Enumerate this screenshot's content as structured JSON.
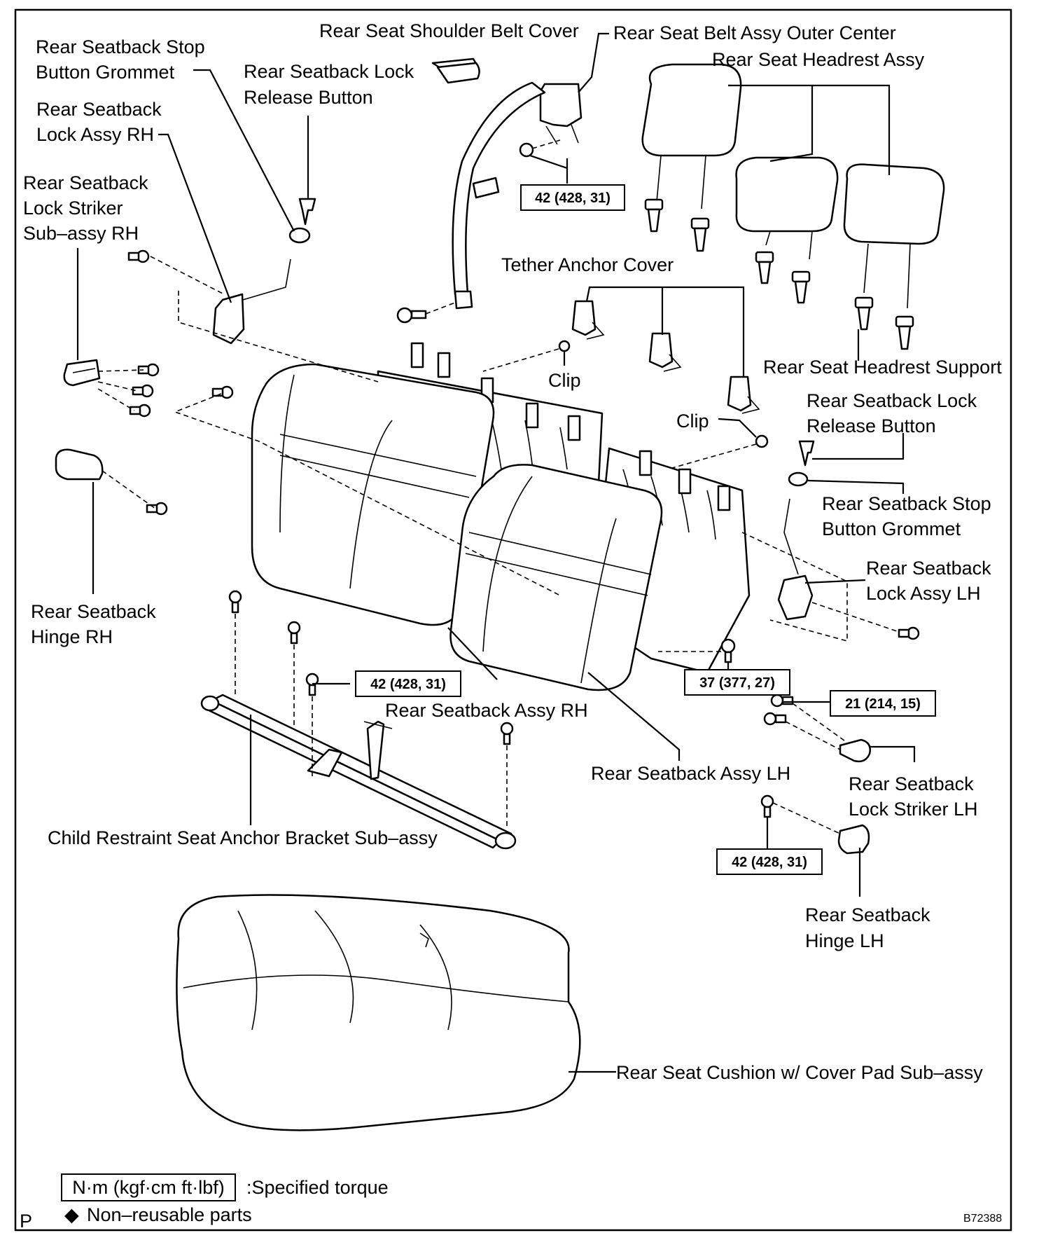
{
  "labels": {
    "shoulder_belt_cover": "Rear Seat Shoulder Belt Cover",
    "belt_assy_outer_center": "Rear Seat Belt Assy Outer Center",
    "headrest_assy": "Rear Seat Headrest Assy",
    "stop_grommet_rh_1": "Rear Seatback Stop",
    "stop_grommet_rh_2": "Button Grommet",
    "lock_release_rh_1": "Rear Seatback Lock",
    "lock_release_rh_2": "Release Button",
    "lock_assy_rh_1": "Rear Seatback",
    "lock_assy_rh_2": "Lock Assy RH",
    "striker_rh_1": "Rear Seatback",
    "striker_rh_2": "Lock Striker",
    "striker_rh_3": "Sub–assy RH",
    "tether_anchor_cover": "Tether Anchor Cover",
    "clip_upper": "Clip",
    "clip_lower": "Clip",
    "headrest_support": "Rear Seat Headrest Support",
    "lock_release_lh_1": "Rear Seatback Lock",
    "lock_release_lh_2": "Release Button",
    "stop_grommet_lh_1": "Rear Seatback Stop",
    "stop_grommet_lh_2": "Button Grommet",
    "lock_assy_lh_1": "Rear Seatback",
    "lock_assy_lh_2": "Lock Assy LH",
    "hinge_rh_1": "Rear  Seatback",
    "hinge_rh_2": "Hinge RH",
    "seatback_rh": "Rear Seatback Assy RH",
    "seatback_lh": "Rear Seatback Assy LH",
    "striker_lh_1": "Rear Seatback",
    "striker_lh_2": "Lock Striker LH",
    "anchor_bracket": "Child Restraint Seat Anchor Bracket Sub–assy",
    "hinge_lh_1": "Rear Seatback",
    "hinge_lh_2": "Hinge LH",
    "cushion": "Rear Seat Cushion w/ Cover Pad Sub–assy"
  },
  "torques": {
    "belt_anchor": "42 (428, 31)",
    "bracket_bolt": "42 (428, 31)",
    "seatback_bolt": "37 (377, 27)",
    "striker_bolt": "21 (214, 15)",
    "hinge_lh_bolt": "42 (428, 31)"
  },
  "legend": {
    "torque_unit": "N·m (kgf·cm ft·lbf)",
    "torque_desc": ":Specified torque",
    "nonreusable_mark": "◆",
    "nonreusable_desc": "Non–reusable parts"
  },
  "corner": {
    "page_mark": "P",
    "figure_id": "B72388"
  }
}
